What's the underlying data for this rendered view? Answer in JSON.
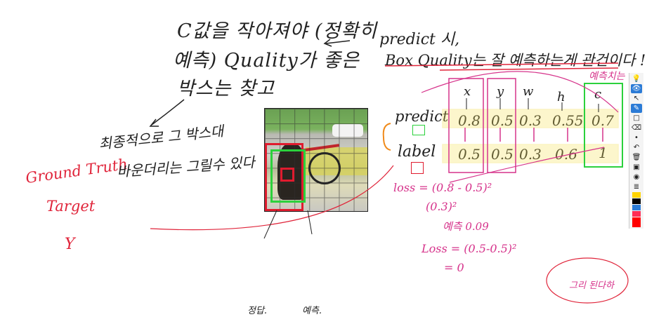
{
  "notes": {
    "line1": "C값을 작아져야 (정확히",
    "line2": "예측) Quality가 좋은",
    "line3": "박스는 찾고",
    "right_line1": "predict 시,",
    "right_line2": "Box Quality는 잘 예측하는게 관건이다 !",
    "ground_truth": "Ground Truth",
    "target": "Target",
    "y_symbol": "Y",
    "final": "최종적으로 그 박스대",
    "final2": "바운더리는 그릴수 있다",
    "jeongdap": "정답.",
    "yecheuk": "예측.",
    "yecheuk_top": "예측치는",
    "circle_note": "그리 된다하",
    "loss1": "loss = (0.8 - 0.5)²",
    "loss1b": "(0.3)²",
    "loss_label": "예측 0.09",
    "loss2": "Loss = (0.5-0.5)²",
    "loss2b": "= 0"
  },
  "headers": {
    "x": "x",
    "y": "y",
    "w": "w",
    "h": "h",
    "c": "c"
  },
  "rows": {
    "predict_label": "predict",
    "label_label": "label",
    "predict_values": [
      "0.8",
      "0.5",
      "0.3",
      "0.55",
      "0.7"
    ],
    "label_values": [
      "0.5",
      "0.5",
      "0.3",
      "0.6",
      "1"
    ]
  },
  "toolbar": {
    "tools": [
      "bulb-icon",
      "eye-icon",
      "pointer-icon",
      "pen-icon",
      "square-icon",
      "eraser-icon",
      "dot-icon",
      "undo-icon",
      "trash-icon",
      "screen-icon",
      "camera-icon",
      "doc-icon"
    ],
    "colors": [
      "#ffd400",
      "#000000",
      "#2b7bd6",
      "#ff2d55",
      "#ff0000"
    ]
  }
}
